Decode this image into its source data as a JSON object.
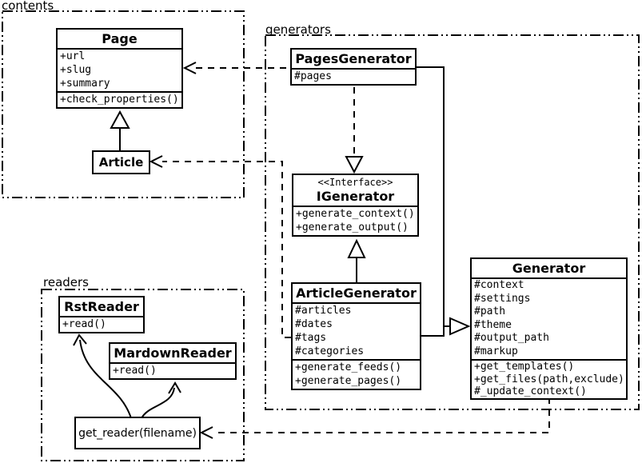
{
  "diagram": {
    "background_color": "#ffffff",
    "line_color": "#000000"
  },
  "packages": {
    "contents": {
      "label": "contents"
    },
    "generators": {
      "label": "generators"
    },
    "readers": {
      "label": "readers"
    }
  },
  "classes": {
    "page": {
      "name": "Page",
      "attributes": [
        "+url",
        "+slug",
        "+summary"
      ],
      "operations": [
        "+check_properties()"
      ]
    },
    "article": {
      "name": "Article"
    },
    "pages_generator": {
      "name": "PagesGenerator",
      "attributes": [
        "#pages"
      ]
    },
    "igenerator": {
      "stereotype": "<<Interface>>",
      "name": "IGenerator",
      "operations": [
        "+generate_context()",
        "+generate_output()"
      ]
    },
    "article_generator": {
      "name": "ArticleGenerator",
      "attributes": [
        "#articles",
        "#dates",
        "#tags",
        "#categories"
      ],
      "operations": [
        "+generate_feeds()",
        "+generate_pages()"
      ]
    },
    "generator": {
      "name": "Generator",
      "attributes": [
        "#context",
        "#settings",
        "#path",
        "#theme",
        "#output_path",
        "#markup"
      ],
      "operations": [
        "+get_templates()",
        "+get_files(path,exclude)",
        "#_update_context()"
      ]
    },
    "rst_reader": {
      "name": "RstReader",
      "operations": [
        "+read()"
      ]
    },
    "mardown_reader": {
      "name": "MardownReader",
      "operations": [
        "+read()"
      ]
    },
    "get_reader": {
      "label": "get_reader(filename)"
    }
  }
}
